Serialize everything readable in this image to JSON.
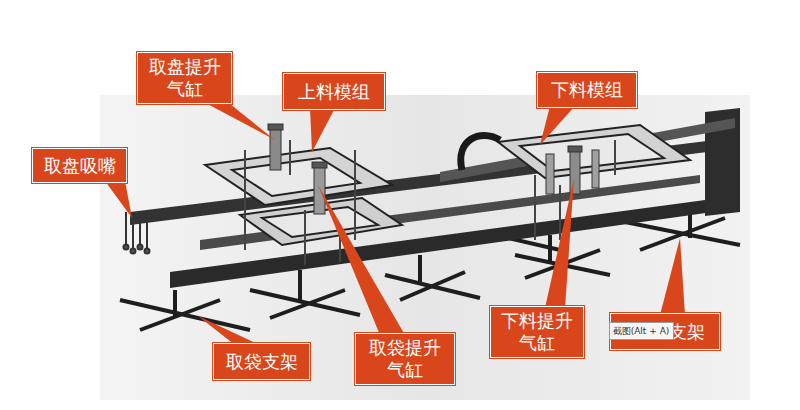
{
  "diagram": {
    "nodes": [
      {
        "text": [
          "取盘提升 气缸"
        ]
      },
      {
        "text": [
          "上料模组"
        ]
      },
      {
        "text": [
          "下料模组"
        ]
      },
      {
        "text": [
          "取盘吸嘴"
        ]
      },
      {
        "text": [
          "下料提升 气缸"
        ]
      },
      {
        "text": [
          "截图(Alt + A)"
        ]
      },
      {
        "text": [
          "支架"
        ]
      },
      {
        "text": [
          "取袋提升 气缸"
        ]
      },
      {
        "text": [
          "取袋支架"
        ]
      }
    ]
  }
}
